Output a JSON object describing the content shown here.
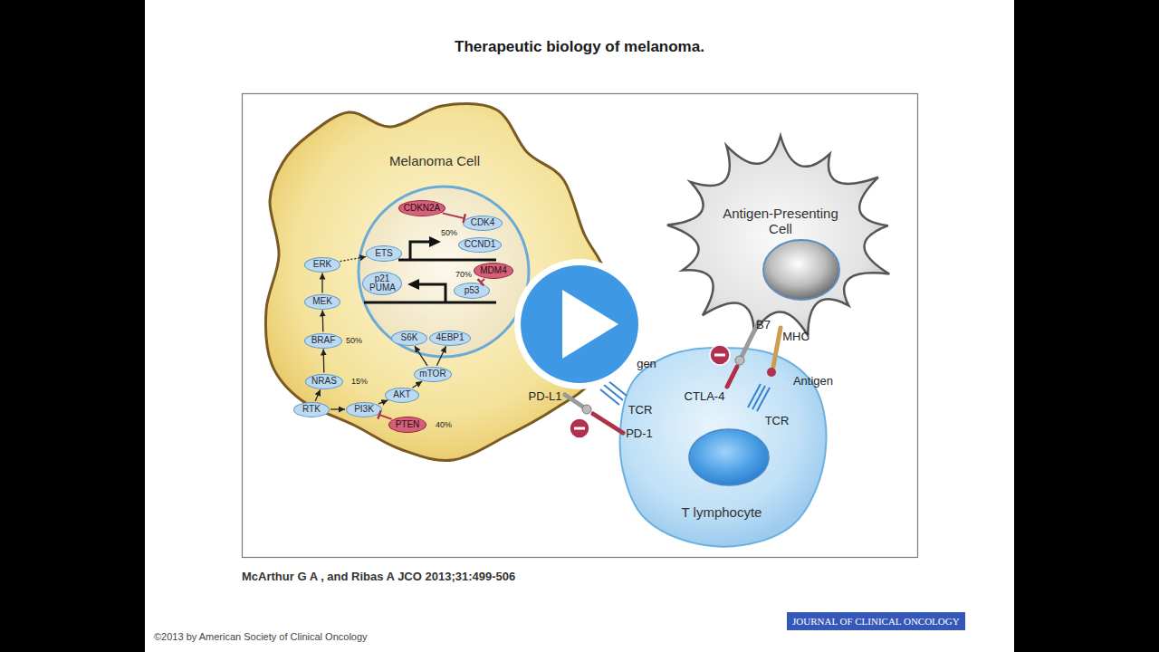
{
  "diagram": {
    "title": "Therapeutic biology of melanoma.",
    "caption": "McArthur G A , and Ribas A JCO 2013;31:499-506",
    "nodes": [
      {
        "text": [
          "Melanoma Cell"
        ]
      },
      {
        "text": [
          "CDKN2A"
        ],
        "in": 0
      },
      {
        "text": [
          "CDK4"
        ],
        "in": 0
      },
      {
        "text": [
          "CCND1"
        ],
        "in": 0
      },
      {
        "text": [
          "ETS"
        ],
        "in": 0
      },
      {
        "text": [
          "p21 PUMA"
        ],
        "in": 0
      },
      {
        "text": [
          "MDM4"
        ],
        "in": 0
      },
      {
        "text": [
          "p53"
        ],
        "in": 0
      },
      {
        "text": [
          "ERK"
        ],
        "in": 0
      },
      {
        "text": [
          "MEK"
        ],
        "in": 0
      },
      {
        "text": [
          "BRAF"
        ],
        "in": 0
      },
      {
        "text": [
          "NRAS"
        ],
        "in": 0
      },
      {
        "text": [
          "RTK"
        ],
        "in": 0
      },
      {
        "text": [
          "PI3K"
        ],
        "in": 0
      },
      {
        "text": [
          "PTEN"
        ],
        "in": 0
      },
      {
        "text": [
          "AKT"
        ],
        "in": 0
      },
      {
        "text": [
          "mTOR"
        ],
        "in": 0
      },
      {
        "text": [
          "S6K"
        ],
        "in": 0
      },
      {
        "text": [
          "4EBP1"
        ],
        "in": 0
      },
      {
        "text": [
          "Antigen-Presenting Cell"
        ]
      },
      {
        "text": [
          "T lymphocyte"
        ]
      }
    ],
    "edges": [
      {
        "from": 1,
        "to": 2,
        "arrow": "to"
      },
      {
        "from": 6,
        "to": 7,
        "arrow": "to"
      },
      {
        "from": 8,
        "to": 4,
        "arrow": "to"
      },
      {
        "from": 9,
        "to": 8,
        "arrow": "to"
      },
      {
        "from": 10,
        "to": 9,
        "arrow": "to"
      },
      {
        "from": 11,
        "to": 10,
        "arrow": "to"
      },
      {
        "from": 12,
        "to": 11,
        "arrow": "to"
      },
      {
        "from": 12,
        "to": 13,
        "arrow": "to"
      },
      {
        "from": 13,
        "to": 15,
        "arrow": "to"
      },
      {
        "from": 14,
        "to": 13,
        "arrow": "to"
      },
      {
        "from": 15,
        "to": 16,
        "arrow": "to"
      },
      {
        "from": 16,
        "to": 17,
        "arrow": "to"
      },
      {
        "from": 16,
        "to": 18,
        "arrow": "to"
      }
    ],
    "labels": [
      "50%",
      "70%",
      "50%",
      "15%",
      "40%",
      "PD-L1",
      "gen",
      "TCR",
      "PD-1",
      "CTLA-4",
      "B7",
      "MHC",
      "Antigen",
      "TCR",
      "©2013 by American Society of Clinical Oncology",
      "JOURNAL OF CLINICAL ONCOLOGY"
    ]
  }
}
